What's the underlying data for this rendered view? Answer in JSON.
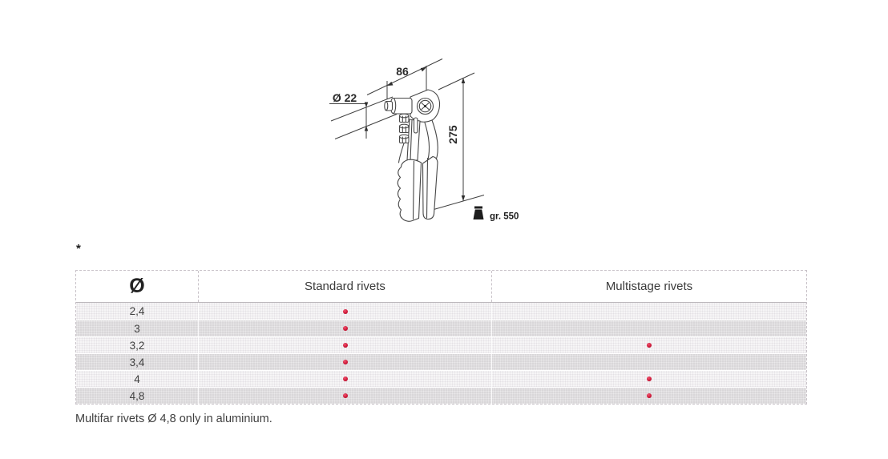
{
  "drawing": {
    "name": "hand-riveter-technical-drawing",
    "width_dim": "86",
    "diameter_dim": "Ø 22",
    "height_dim": "275",
    "weight_label": "gr. 550",
    "line_color": "#474747"
  },
  "note_marker": "*",
  "table": {
    "headers": {
      "diameter": "Ø",
      "standard": "Standard rivets",
      "multistage": "Multistage rivets"
    },
    "rows": [
      {
        "diameter": "2,4",
        "standard": true,
        "multistage": false
      },
      {
        "diameter": "3",
        "standard": true,
        "multistage": false
      },
      {
        "diameter": "3,2",
        "standard": true,
        "multistage": true
      },
      {
        "diameter": "3,4",
        "standard": true,
        "multistage": false
      },
      {
        "diameter": "4",
        "standard": true,
        "multistage": true
      },
      {
        "diameter": "4,8",
        "standard": true,
        "multistage": true
      }
    ],
    "dot_color": "#cf1838"
  },
  "footnote": "Multifar rivets Ø 4,8 only in aluminium."
}
